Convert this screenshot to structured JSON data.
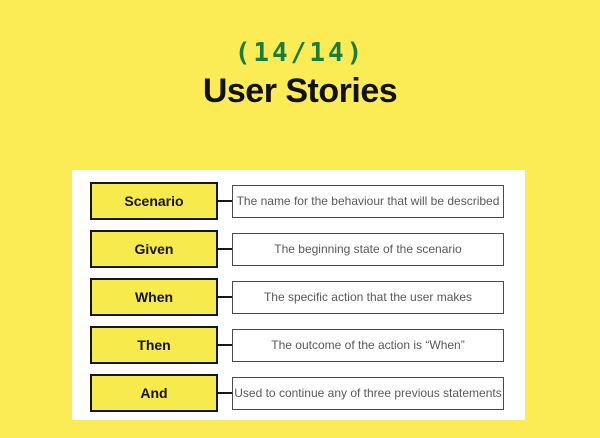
{
  "page": {
    "counter": "(14/14)",
    "title": "User Stories"
  },
  "colors": {
    "background_yellow": "#FBEC55",
    "keyword_box_yellow": "#F7EA4D",
    "counter_green": "#1A7C3E",
    "title_black": "#111111",
    "panel_white": "#FFFFFF",
    "description_border_gray": "#4A4A4A",
    "description_text_gray": "#595959"
  },
  "diagram": {
    "rows": [
      {
        "label": "Scenario",
        "description": "The name for the behaviour that will be described"
      },
      {
        "label": "Given",
        "description": "The beginning state of the scenario"
      },
      {
        "label": "When",
        "description": "The specific action that the user makes"
      },
      {
        "label": "Then",
        "description": "The outcome of the action is “When”"
      },
      {
        "label": "And",
        "description": "Used to continue any of three previous statements"
      }
    ]
  }
}
